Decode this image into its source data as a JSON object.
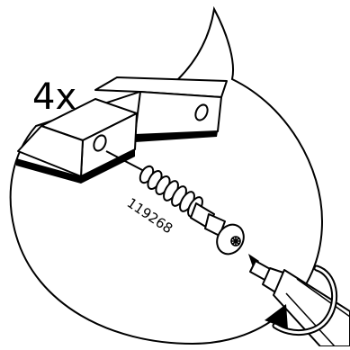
{
  "quantity_label": "4x",
  "part_number": "119268",
  "colors": {
    "ink": "#000000",
    "paper": "#ffffff",
    "shadow": "#111111"
  },
  "icons": {
    "callout": "zoom-callout-bubble",
    "part": "screw-with-plastic-dowel",
    "tool": "screwdriver-icon",
    "motion": "clockwise-rotation-arrow-icon"
  }
}
